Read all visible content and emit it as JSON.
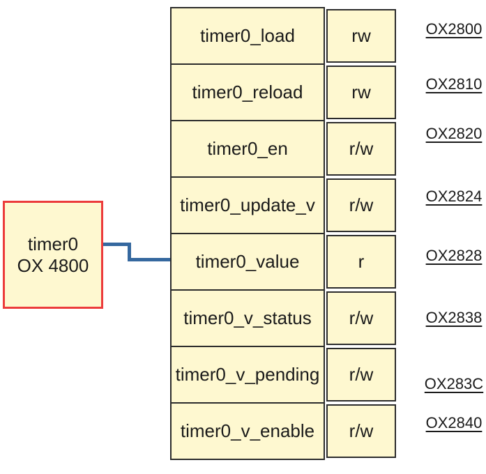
{
  "diagram": {
    "source_block": {
      "title": "timer0",
      "subtitle": "OX 4800"
    },
    "registers": [
      {
        "name": "timer0_load",
        "access": "rw",
        "address": "OX2800"
      },
      {
        "name": "timer0_reload",
        "access": "rw",
        "address": "OX2810"
      },
      {
        "name": "timer0_en",
        "access": "r/w",
        "address": "OX2820"
      },
      {
        "name": "timer0_update_v",
        "access": "r/w",
        "address": "OX2824"
      },
      {
        "name": "timer0_value",
        "access": "r",
        "address": "OX2828"
      },
      {
        "name": "timer0_v_status",
        "access": "r/w",
        "address": "OX2838"
      },
      {
        "name": "timer0_v_pending",
        "access": "r/w",
        "address": "OX283C"
      },
      {
        "name": "timer0_v_enable",
        "access": "r/w",
        "address": "OX2840"
      }
    ],
    "colors": {
      "cell_fill": "#fef8d0",
      "source_border": "#ec3b3b",
      "connector": "#35689f",
      "table_border": "#2b2b2b"
    }
  }
}
